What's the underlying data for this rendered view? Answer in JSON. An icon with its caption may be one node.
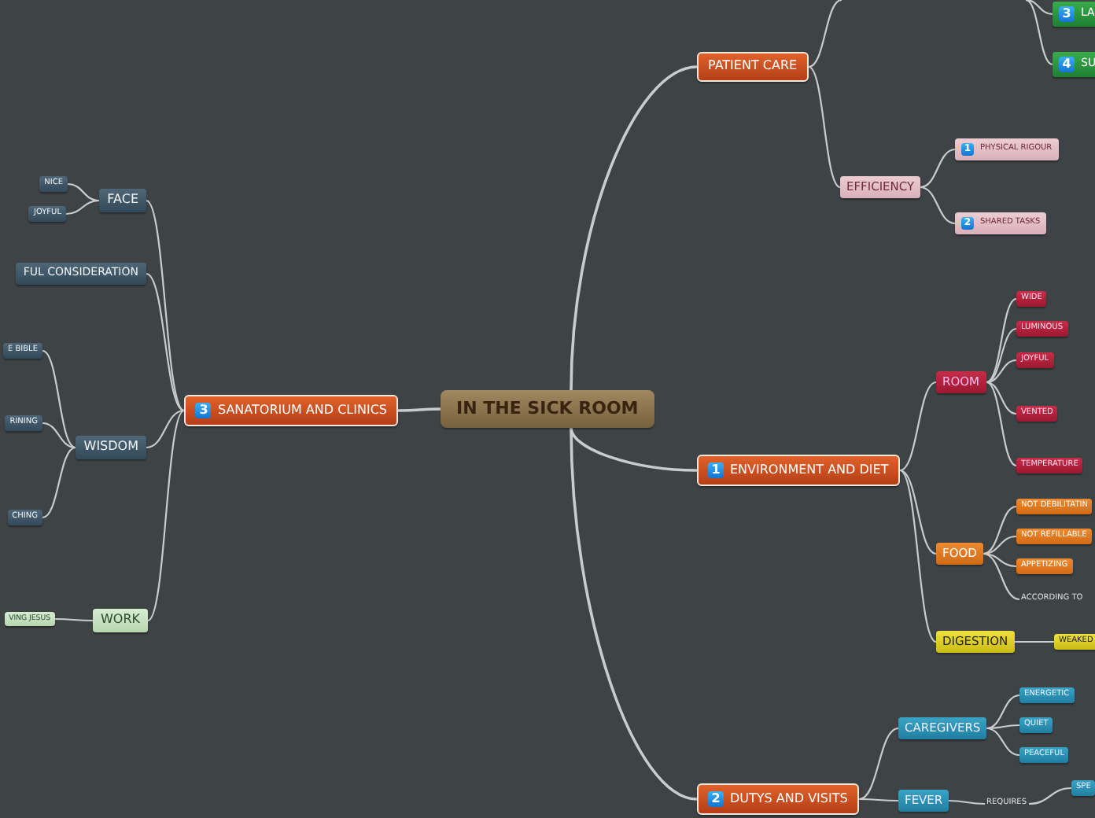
{
  "diagram": {
    "nodes": [
      {
        "text": [
          "IN THE SICK ROOM"
        ]
      },
      {
        "text": [
          "PATIENT CARE"
        ]
      },
      {
        "text": [
          "3",
          "LA"
        ]
      },
      {
        "text": [
          "4",
          "SU"
        ]
      },
      {
        "text": [
          "EFFICIENCY"
        ]
      },
      {
        "text": [
          "1",
          "PHYSICAL RIGOUR"
        ]
      },
      {
        "text": [
          "2",
          "SHARED TASKS"
        ]
      },
      {
        "text": [
          "1",
          "ENVIRONMENT AND DIET"
        ]
      },
      {
        "text": [
          "ROOM"
        ]
      },
      {
        "text": [
          "WIDE"
        ]
      },
      {
        "text": [
          "LUMINOUS"
        ]
      },
      {
        "text": [
          "JOYFUL"
        ]
      },
      {
        "text": [
          "VENTED"
        ]
      },
      {
        "text": [
          "TEMPERATURE"
        ]
      },
      {
        "text": [
          "FOOD"
        ]
      },
      {
        "text": [
          "NOT DEBILITATIN"
        ]
      },
      {
        "text": [
          "NOT REFILLABLE"
        ]
      },
      {
        "text": [
          "APPETIZING"
        ]
      },
      {
        "text": [
          "ACCORDING TO"
        ]
      },
      {
        "text": [
          "DIGESTION"
        ]
      },
      {
        "text": [
          "WEAKED"
        ]
      },
      {
        "text": [
          "2",
          "DUTYS AND VISITS"
        ]
      },
      {
        "text": [
          "CAREGIVERS"
        ]
      },
      {
        "text": [
          "ENERGETIC"
        ]
      },
      {
        "text": [
          "QUIET"
        ]
      },
      {
        "text": [
          "PEACEFUL"
        ]
      },
      {
        "text": [
          "FEVER"
        ]
      },
      {
        "text": [
          "REQUIRES"
        ]
      },
      {
        "text": [
          "SPE"
        ]
      },
      {
        "text": [
          "3",
          "SANATORIUM AND CLINICS"
        ]
      },
      {
        "text": [
          "FACE"
        ]
      },
      {
        "text": [
          "NICE"
        ]
      },
      {
        "text": [
          "JOYFUL"
        ]
      },
      {
        "text": [
          "FUL CONSIDERATION"
        ]
      },
      {
        "text": [
          "WISDOM"
        ]
      },
      {
        "text": [
          "E BIBLE"
        ]
      },
      {
        "text": [
          "RINING"
        ]
      },
      {
        "text": [
          "CHING"
        ]
      },
      {
        "text": [
          "WORK"
        ]
      },
      {
        "text": [
          "VING JESUS"
        ]
      }
    ],
    "edges": [
      {
        "from": 0,
        "to": 1,
        "arrow": "none"
      },
      {
        "from": 0,
        "to": 7,
        "arrow": "none"
      },
      {
        "from": 0,
        "to": 21,
        "arrow": "none"
      },
      {
        "from": 0,
        "to": 29,
        "arrow": "none"
      },
      {
        "from": 1,
        "to": null,
        "arrow": "none"
      },
      {
        "from": null,
        "to": 2,
        "arrow": "none"
      },
      {
        "from": null,
        "to": 3,
        "arrow": "none"
      },
      {
        "from": 1,
        "to": 4,
        "arrow": "none"
      },
      {
        "from": 4,
        "to": 5,
        "arrow": "none"
      },
      {
        "from": 4,
        "to": 6,
        "arrow": "none"
      },
      {
        "from": 7,
        "to": 8,
        "arrow": "none"
      },
      {
        "from": 7,
        "to": 14,
        "arrow": "none"
      },
      {
        "from": 7,
        "to": 19,
        "arrow": "none"
      },
      {
        "from": 8,
        "to": 9,
        "arrow": "none"
      },
      {
        "from": 8,
        "to": 10,
        "arrow": "none"
      },
      {
        "from": 8,
        "to": 11,
        "arrow": "none"
      },
      {
        "from": 8,
        "to": 12,
        "arrow": "none"
      },
      {
        "from": 8,
        "to": 13,
        "arrow": "none"
      },
      {
        "from": 14,
        "to": 15,
        "arrow": "none"
      },
      {
        "from": 14,
        "to": 16,
        "arrow": "none"
      },
      {
        "from": 14,
        "to": 17,
        "arrow": "none"
      },
      {
        "from": 14,
        "to": 18,
        "arrow": "none"
      },
      {
        "from": 19,
        "to": 20,
        "arrow": "none"
      },
      {
        "from": 21,
        "to": 22,
        "arrow": "none"
      },
      {
        "from": 21,
        "to": 26,
        "arrow": "none"
      },
      {
        "from": 22,
        "to": 23,
        "arrow": "none"
      },
      {
        "from": 22,
        "to": 24,
        "arrow": "none"
      },
      {
        "from": 22,
        "to": 25,
        "arrow": "none"
      },
      {
        "from": 26,
        "to": 27,
        "arrow": "none"
      },
      {
        "from": 27,
        "to": 28,
        "arrow": "none"
      },
      {
        "from": 29,
        "to": 30,
        "arrow": "none"
      },
      {
        "from": 29,
        "to": 33,
        "arrow": "none"
      },
      {
        "from": 29,
        "to": 34,
        "arrow": "none"
      },
      {
        "from": 29,
        "to": 38,
        "arrow": "none"
      },
      {
        "from": 30,
        "to": 31,
        "arrow": "none"
      },
      {
        "from": 30,
        "to": 32,
        "arrow": "none"
      },
      {
        "from": 34,
        "to": 35,
        "arrow": "none"
      },
      {
        "from": 34,
        "to": 36,
        "arrow": "none"
      },
      {
        "from": 34,
        "to": 37,
        "arrow": "none"
      },
      {
        "from": 38,
        "to": 39,
        "arrow": "none"
      }
    ]
  }
}
